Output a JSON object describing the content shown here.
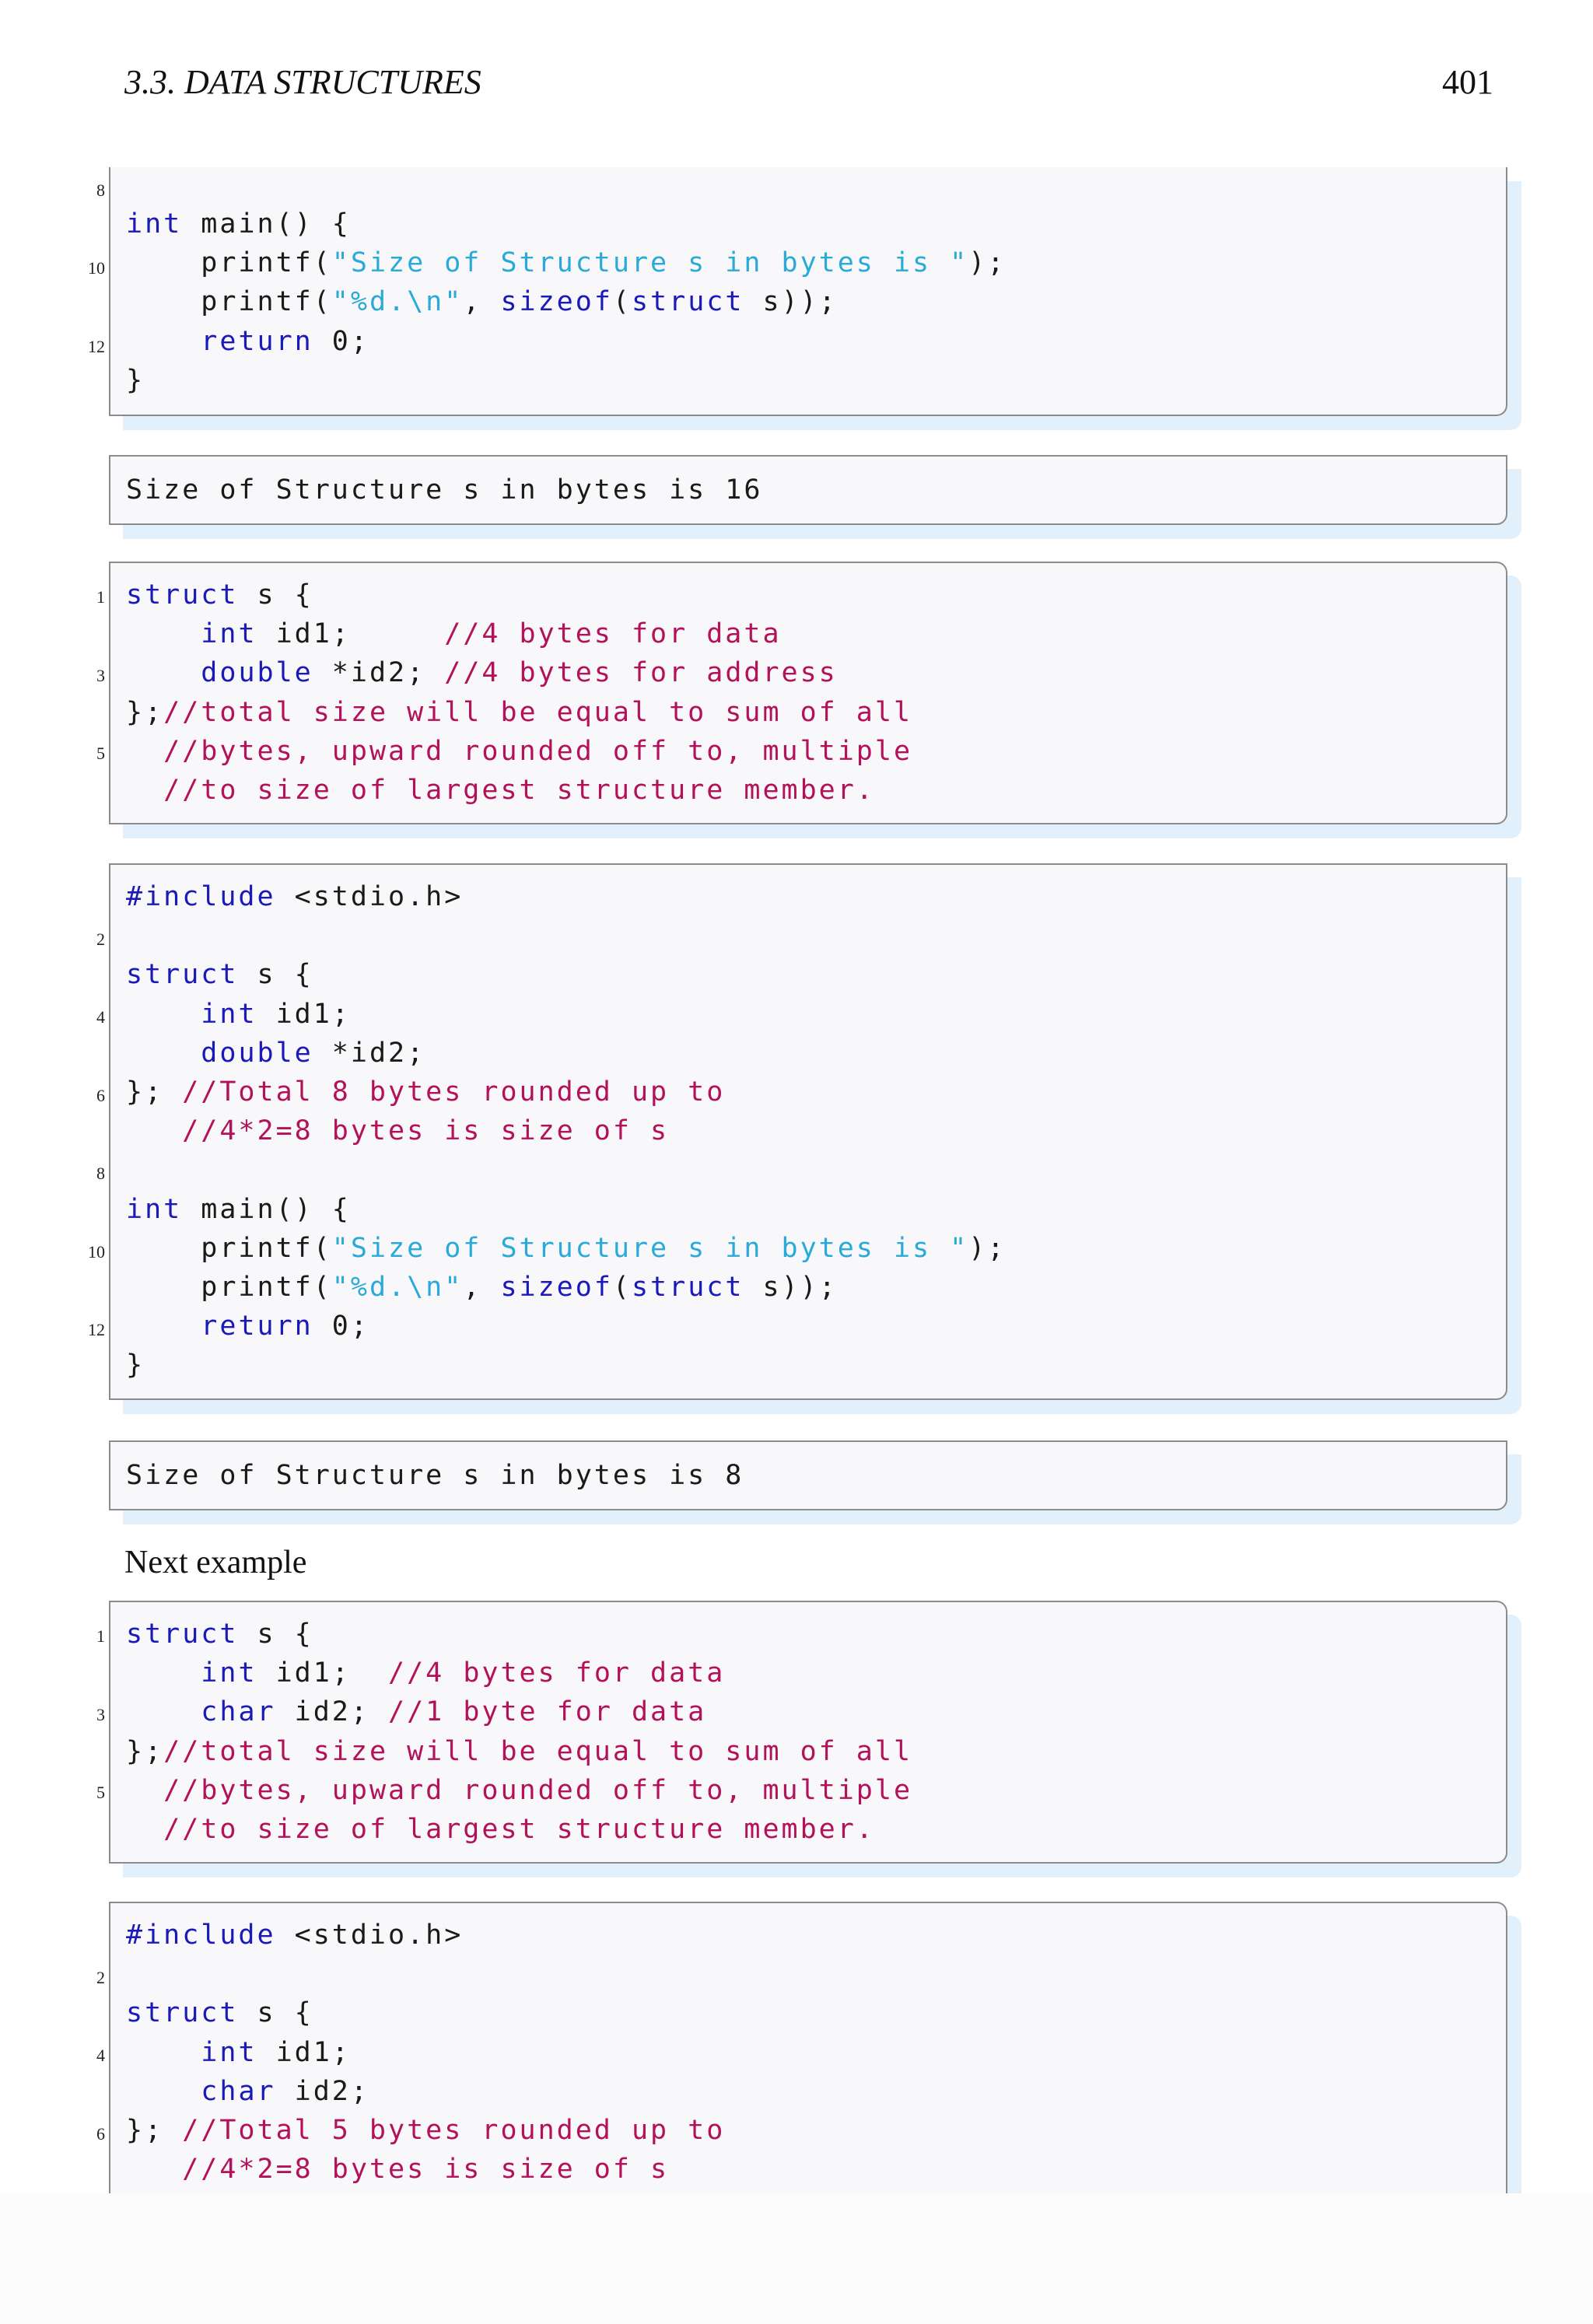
{
  "header": {
    "section": "3.3.  DATA STRUCTURES",
    "page_number": "401"
  },
  "blocks": {
    "b1": {
      "line_numbers": [
        "8",
        "10",
        "12"
      ],
      "lines": [
        "int main() {",
        "    printf(\"Size of Structure s in bytes is \");",
        "    printf(\"%d.\\n\", sizeof(struct s));",
        "    return 0;",
        "}"
      ]
    },
    "o1": {
      "text": "Size of Structure s in bytes is 16"
    },
    "b2": {
      "line_numbers": [
        "1",
        "3",
        "5"
      ],
      "lines": [
        "struct s {",
        "    int id1;     //4 bytes for data",
        "    double *id2; //4 bytes for address",
        "};//total size will be equal to sum of all",
        "  //bytes, upward rounded off to, multiple",
        "  //to size of largest structure member."
      ]
    },
    "b3": {
      "line_numbers": [
        "2",
        "4",
        "6",
        "8",
        "10",
        "12"
      ],
      "lines": [
        "#include <stdio.h>",
        "",
        "struct s {",
        "    int id1;",
        "    double *id2;",
        "}; //Total 8 bytes rounded up to",
        "   //4*2=8 bytes is size of s",
        "",
        "int main() {",
        "    printf(\"Size of Structure s in bytes is \");",
        "    printf(\"%d.\\n\", sizeof(struct s));",
        "    return 0;",
        "}"
      ]
    },
    "o2": {
      "text": "Size of Structure s in bytes is 8"
    },
    "para": "Next example",
    "b4": {
      "line_numbers": [
        "1",
        "3",
        "5"
      ],
      "lines": [
        "struct s {",
        "    int id1;  //4 bytes for data",
        "    char id2; //1 byte for data",
        "};//total size will be equal to sum of all",
        "  //bytes, upward rounded off to, multiple",
        "  //to size of largest structure member."
      ]
    },
    "b5": {
      "line_numbers": [
        "2",
        "4",
        "6"
      ],
      "lines": [
        "#include <stdio.h>",
        "",
        "struct s {",
        "    int id1;",
        "    char id2;",
        "}; //Total 5 bytes rounded up to",
        "   //4*2=8 bytes is size of s"
      ]
    }
  },
  "colors": {
    "keyword": "#1a1ab8",
    "comment": "#b3125a",
    "string": "#2aaad8",
    "box_bg": "#f8f7f9",
    "shadow": "#e1f0fa"
  }
}
